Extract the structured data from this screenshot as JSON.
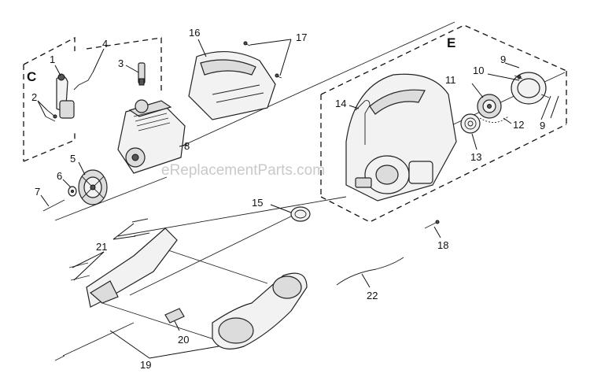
{
  "watermark": "eReplacementParts.com",
  "groups": {
    "c": "C",
    "e": "E"
  },
  "callouts": {
    "n1": "1",
    "n2": "2",
    "n3": "3",
    "n4": "4",
    "n5": "5",
    "n6": "6",
    "n7": "7",
    "n8": "8",
    "n9a": "9",
    "n9b": "9",
    "n10": "10",
    "n11": "11",
    "n12": "12",
    "n13": "13",
    "n14": "14",
    "n15": "15",
    "n16": "16",
    "n17": "17",
    "n18": "18",
    "n19": "19",
    "n20": "20",
    "n21": "21",
    "n22": "22"
  }
}
